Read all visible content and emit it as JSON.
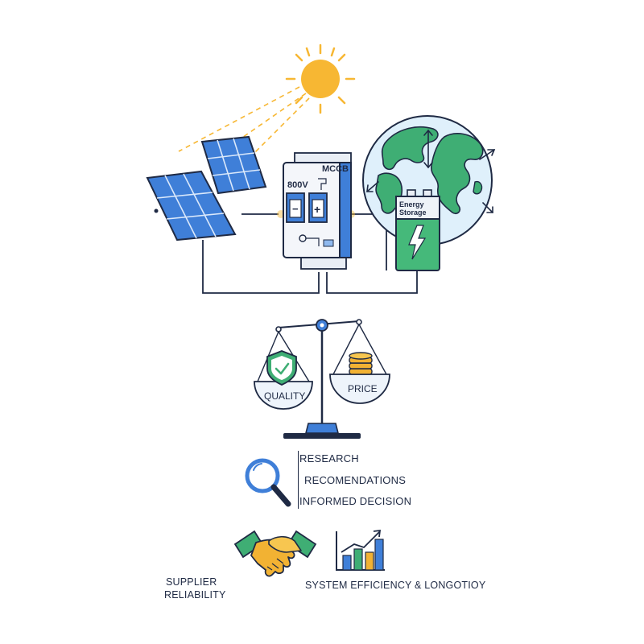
{
  "breaker": {
    "title": "MCCB",
    "voltage": "800V",
    "minus": "−",
    "plus": "+"
  },
  "battery": {
    "line1": "Energy",
    "line2": "Storage"
  },
  "scale": {
    "left_pan": "QUALITY",
    "right_pan": "PRICE"
  },
  "research": {
    "items": [
      "RESEARCH",
      "RECOMENDATIONS",
      "INFORMED DECISION"
    ]
  },
  "bottom": {
    "supplier_line1": "SUPPLIER",
    "supplier_line2": "RELIABILITY",
    "efficiency": "SYSTEM EFFICIENCY & LONGOTIOY"
  },
  "colors": {
    "outline": "#1f2a44",
    "panel_blue": "#3f7fd8",
    "sun": "#f7b733",
    "ocean": "#dff0fb",
    "land": "#3fae74",
    "battery_green": "#45b97a",
    "breaker_blue": "#3f7fd8"
  },
  "icons": [
    "sun-icon",
    "solar-panel-icon",
    "globe-icon",
    "battery-icon",
    "balance-scale-icon",
    "shield-check-icon",
    "coin-stack-icon",
    "magnifier-icon",
    "handshake-icon",
    "bar-chart-growth-icon"
  ]
}
